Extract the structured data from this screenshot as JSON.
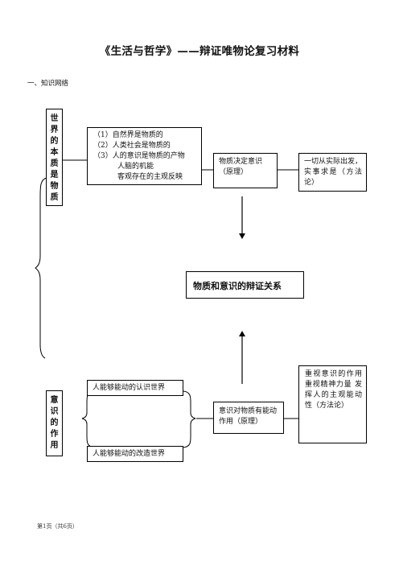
{
  "document": {
    "title": "《生活与哲学》——辩证唯物论复习材料",
    "section_heading": "一、知识网络",
    "footer": "第1页（共6页）"
  },
  "diagram": {
    "world_essence": {
      "label": "世界的本质是物质",
      "points": [
        "（1）自然界是物质的",
        "（2）人类社会是物质的",
        "（3）人的意识是物质的产物",
        "人脑的机能",
        "客观存在的主观反映"
      ],
      "principle": "物质决定意识（原理）",
      "methodology": "一切从实际出发，实事求是（方法论）"
    },
    "center": "物质和意识的辩证关系",
    "consciousness_role": {
      "label": "意识的作用",
      "cognize": "人能够能动的认识世界",
      "transform": "人能够能动的改造世界",
      "principle": "意识对物质有能动作用（原理）",
      "methodology": "重视意识的作用 重视精神力量 发挥人的主观能动性（方法论）"
    }
  }
}
